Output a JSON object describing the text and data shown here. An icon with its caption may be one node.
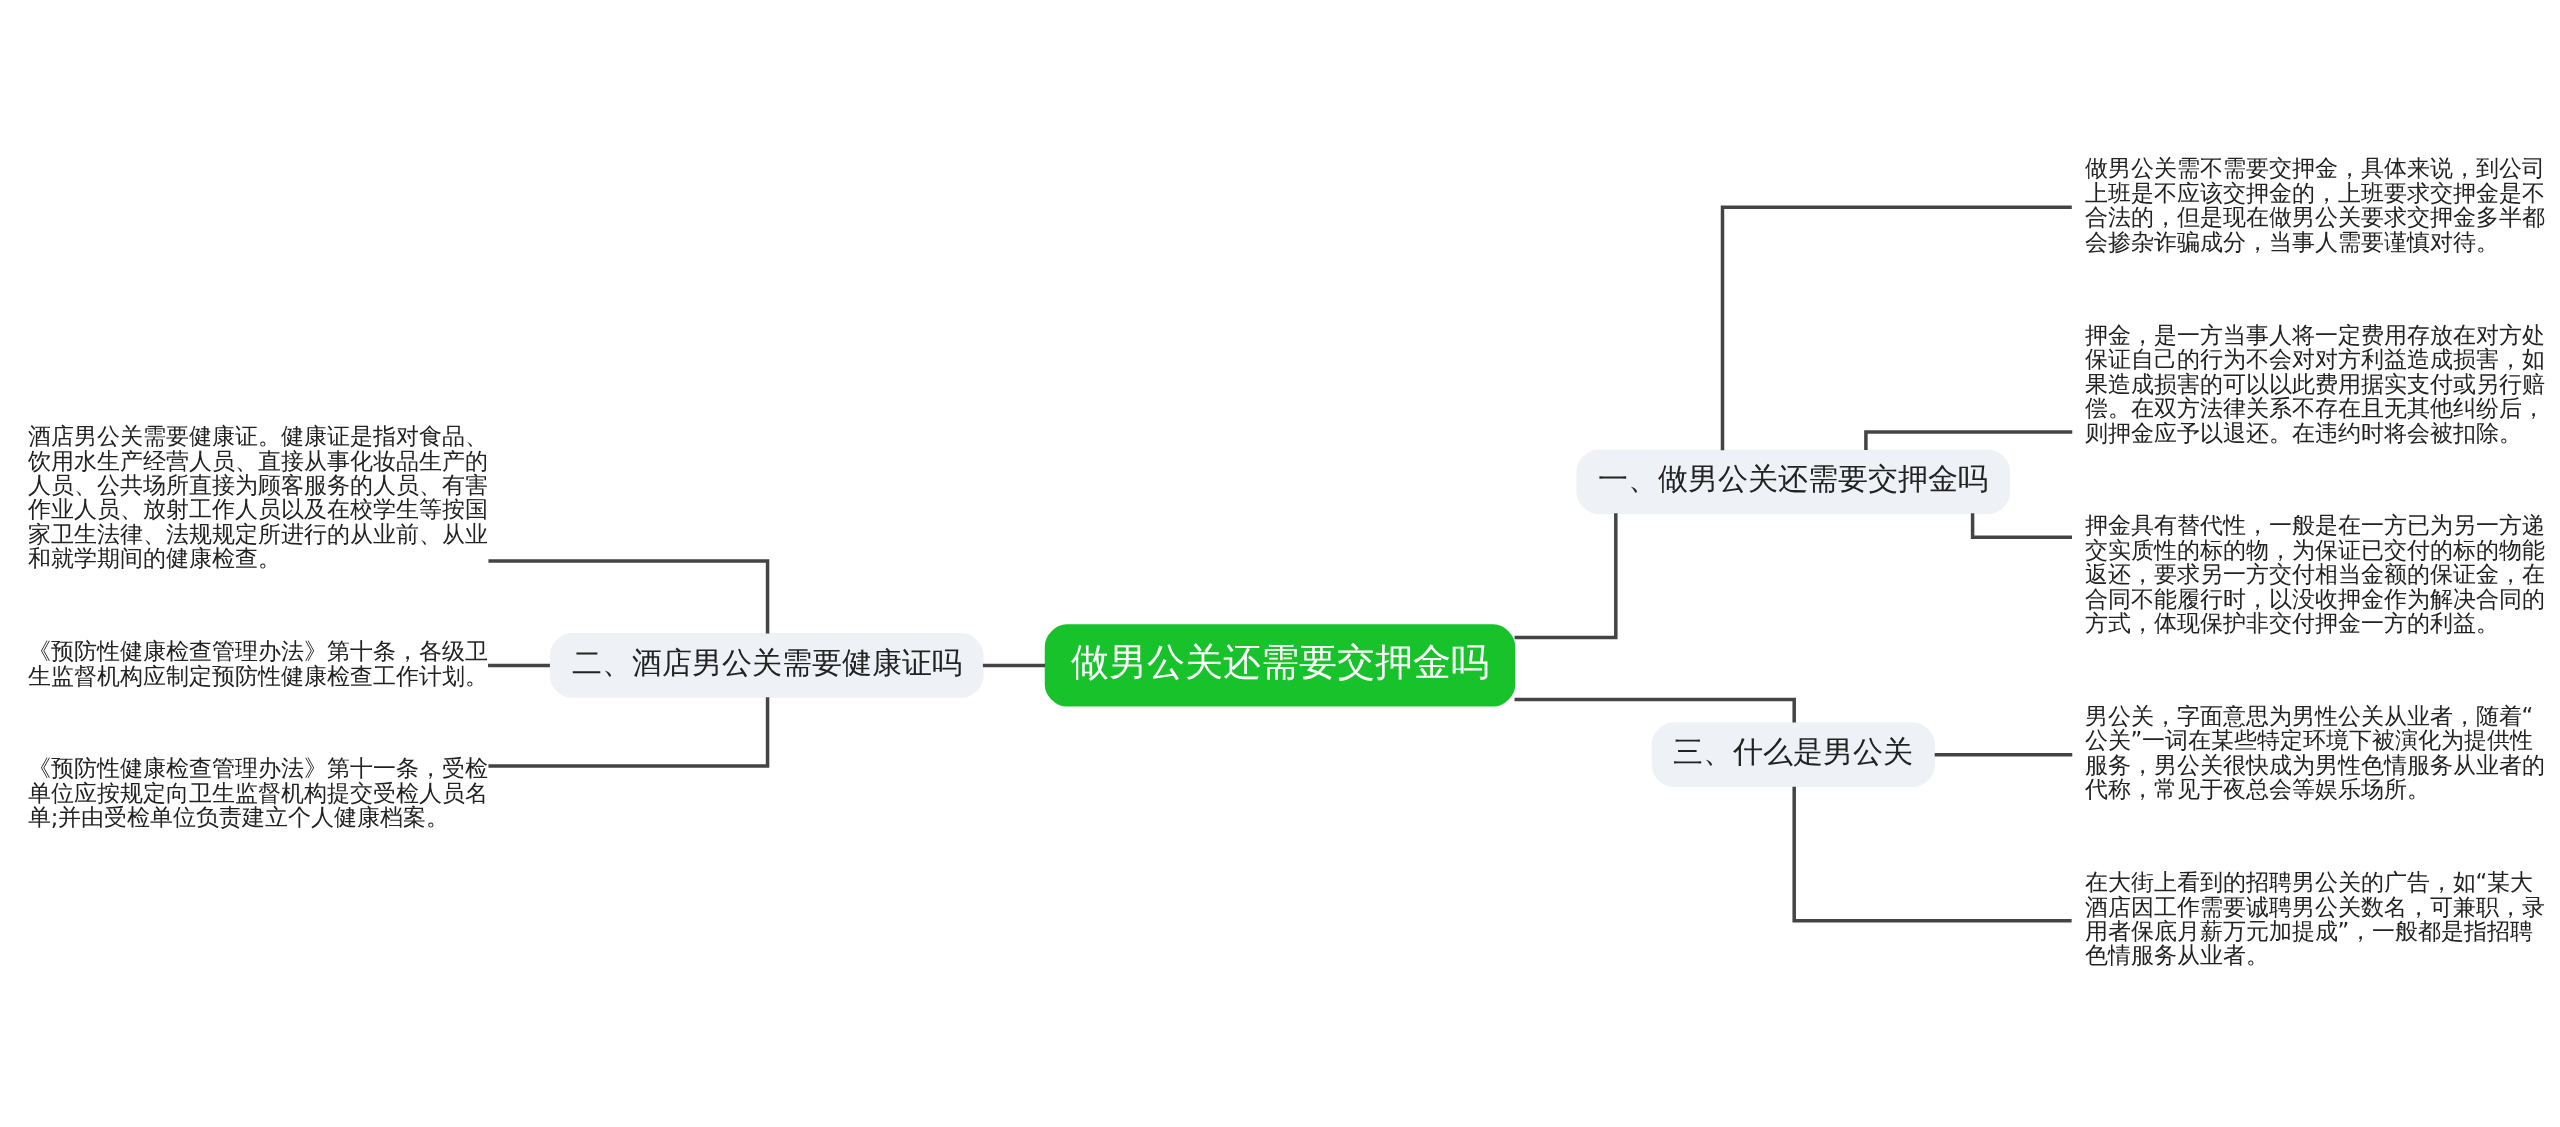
{
  "diagram": {
    "nodes": [
      {
        "text": [
          "做男公关还需要交押金吗"
        ]
      },
      {
        "text": [
          "二、酒店男公关需要健康证吗"
        ]
      },
      {
        "text": [
          "酒店男公关需要健康证。健康证是指对食品、饮用水生产经营人员、直接从事化妆品生产的人员、公共场所直接为顾客服务的人员、有害作业人员、放射工作人员以及在校学生等按国家卫生法律、法规规定所进行的从业前、从业和就学期间的健康检查。"
        ]
      },
      {
        "text": [
          "《预防性健康检查管理办法》第十条，各级卫生监督机构应制定预防性健康检查工作计划。"
        ]
      },
      {
        "text": [
          "《预防性健康检查管理办法》第十一条，受检单位应按规定向卫生监督机构提交受检人员名单;并由受检单位负责建立个人健康档案。"
        ]
      },
      {
        "text": [
          "一、做男公关还需要交押金吗"
        ]
      },
      {
        "text": [
          "做男公关需不需要交押金，具体来说，到公司上班是不应该交押金的，上班要求交押金是不合法的，但是现在做男公关要求交押金多半都会掺杂诈骗成分，当事人需要谨慎对待。"
        ]
      },
      {
        "text": [
          "押金，是一方当事人将一定费用存放在对方处保证自己的行为不会对对方利益造成损害，如果造成损害的可以以此费用据实支付或另行赔偿。在双方法律关系不存在且无其他纠纷后，则押金应予以退还。在违约时将会被扣除。"
        ]
      },
      {
        "text": [
          "押金具有替代性，一般是在一方已为另一方递交实质性的标的物，为保证已交付的标的物能返还，要求另一方交付相当金额的保证金，在合同不能履行时，以没收押金作为解决合同的方式，体现保护非交付押金一方的利益。"
        ]
      },
      {
        "text": [
          "三、什么是男公关"
        ]
      },
      {
        "text": [
          "男公关，字面意思为男性公关从业者，随着“公关”一词在某些特定环境下被演化为提供性服务，男公关很快成为男性色情服务从业者的代称，常见于夜总会等娱乐场所。"
        ]
      },
      {
        "text": [
          "在大街上看到的招聘男公关的广告，如“某大酒店因工作需要诚聘男公关数名，可兼职，录用者保底月薪万元加提成”，一般都是指招聘色情服务从业者。"
        ]
      }
    ],
    "edges": [
      {
        "from": 0,
        "to": 1,
        "arrow": "none"
      },
      {
        "from": 1,
        "to": 2,
        "arrow": "none"
      },
      {
        "from": 1,
        "to": 3,
        "arrow": "none"
      },
      {
        "from": 1,
        "to": 4,
        "arrow": "none"
      },
      {
        "from": 0,
        "to": 5,
        "arrow": "none"
      },
      {
        "from": 5,
        "to": 6,
        "arrow": "none"
      },
      {
        "from": 5,
        "to": 7,
        "arrow": "none"
      },
      {
        "from": 5,
        "to": 8,
        "arrow": "none"
      },
      {
        "from": 0,
        "to": 9,
        "arrow": "none"
      },
      {
        "from": 9,
        "to": 10,
        "arrow": "none"
      },
      {
        "from": 9,
        "to": 11,
        "arrow": "none"
      }
    ]
  }
}
